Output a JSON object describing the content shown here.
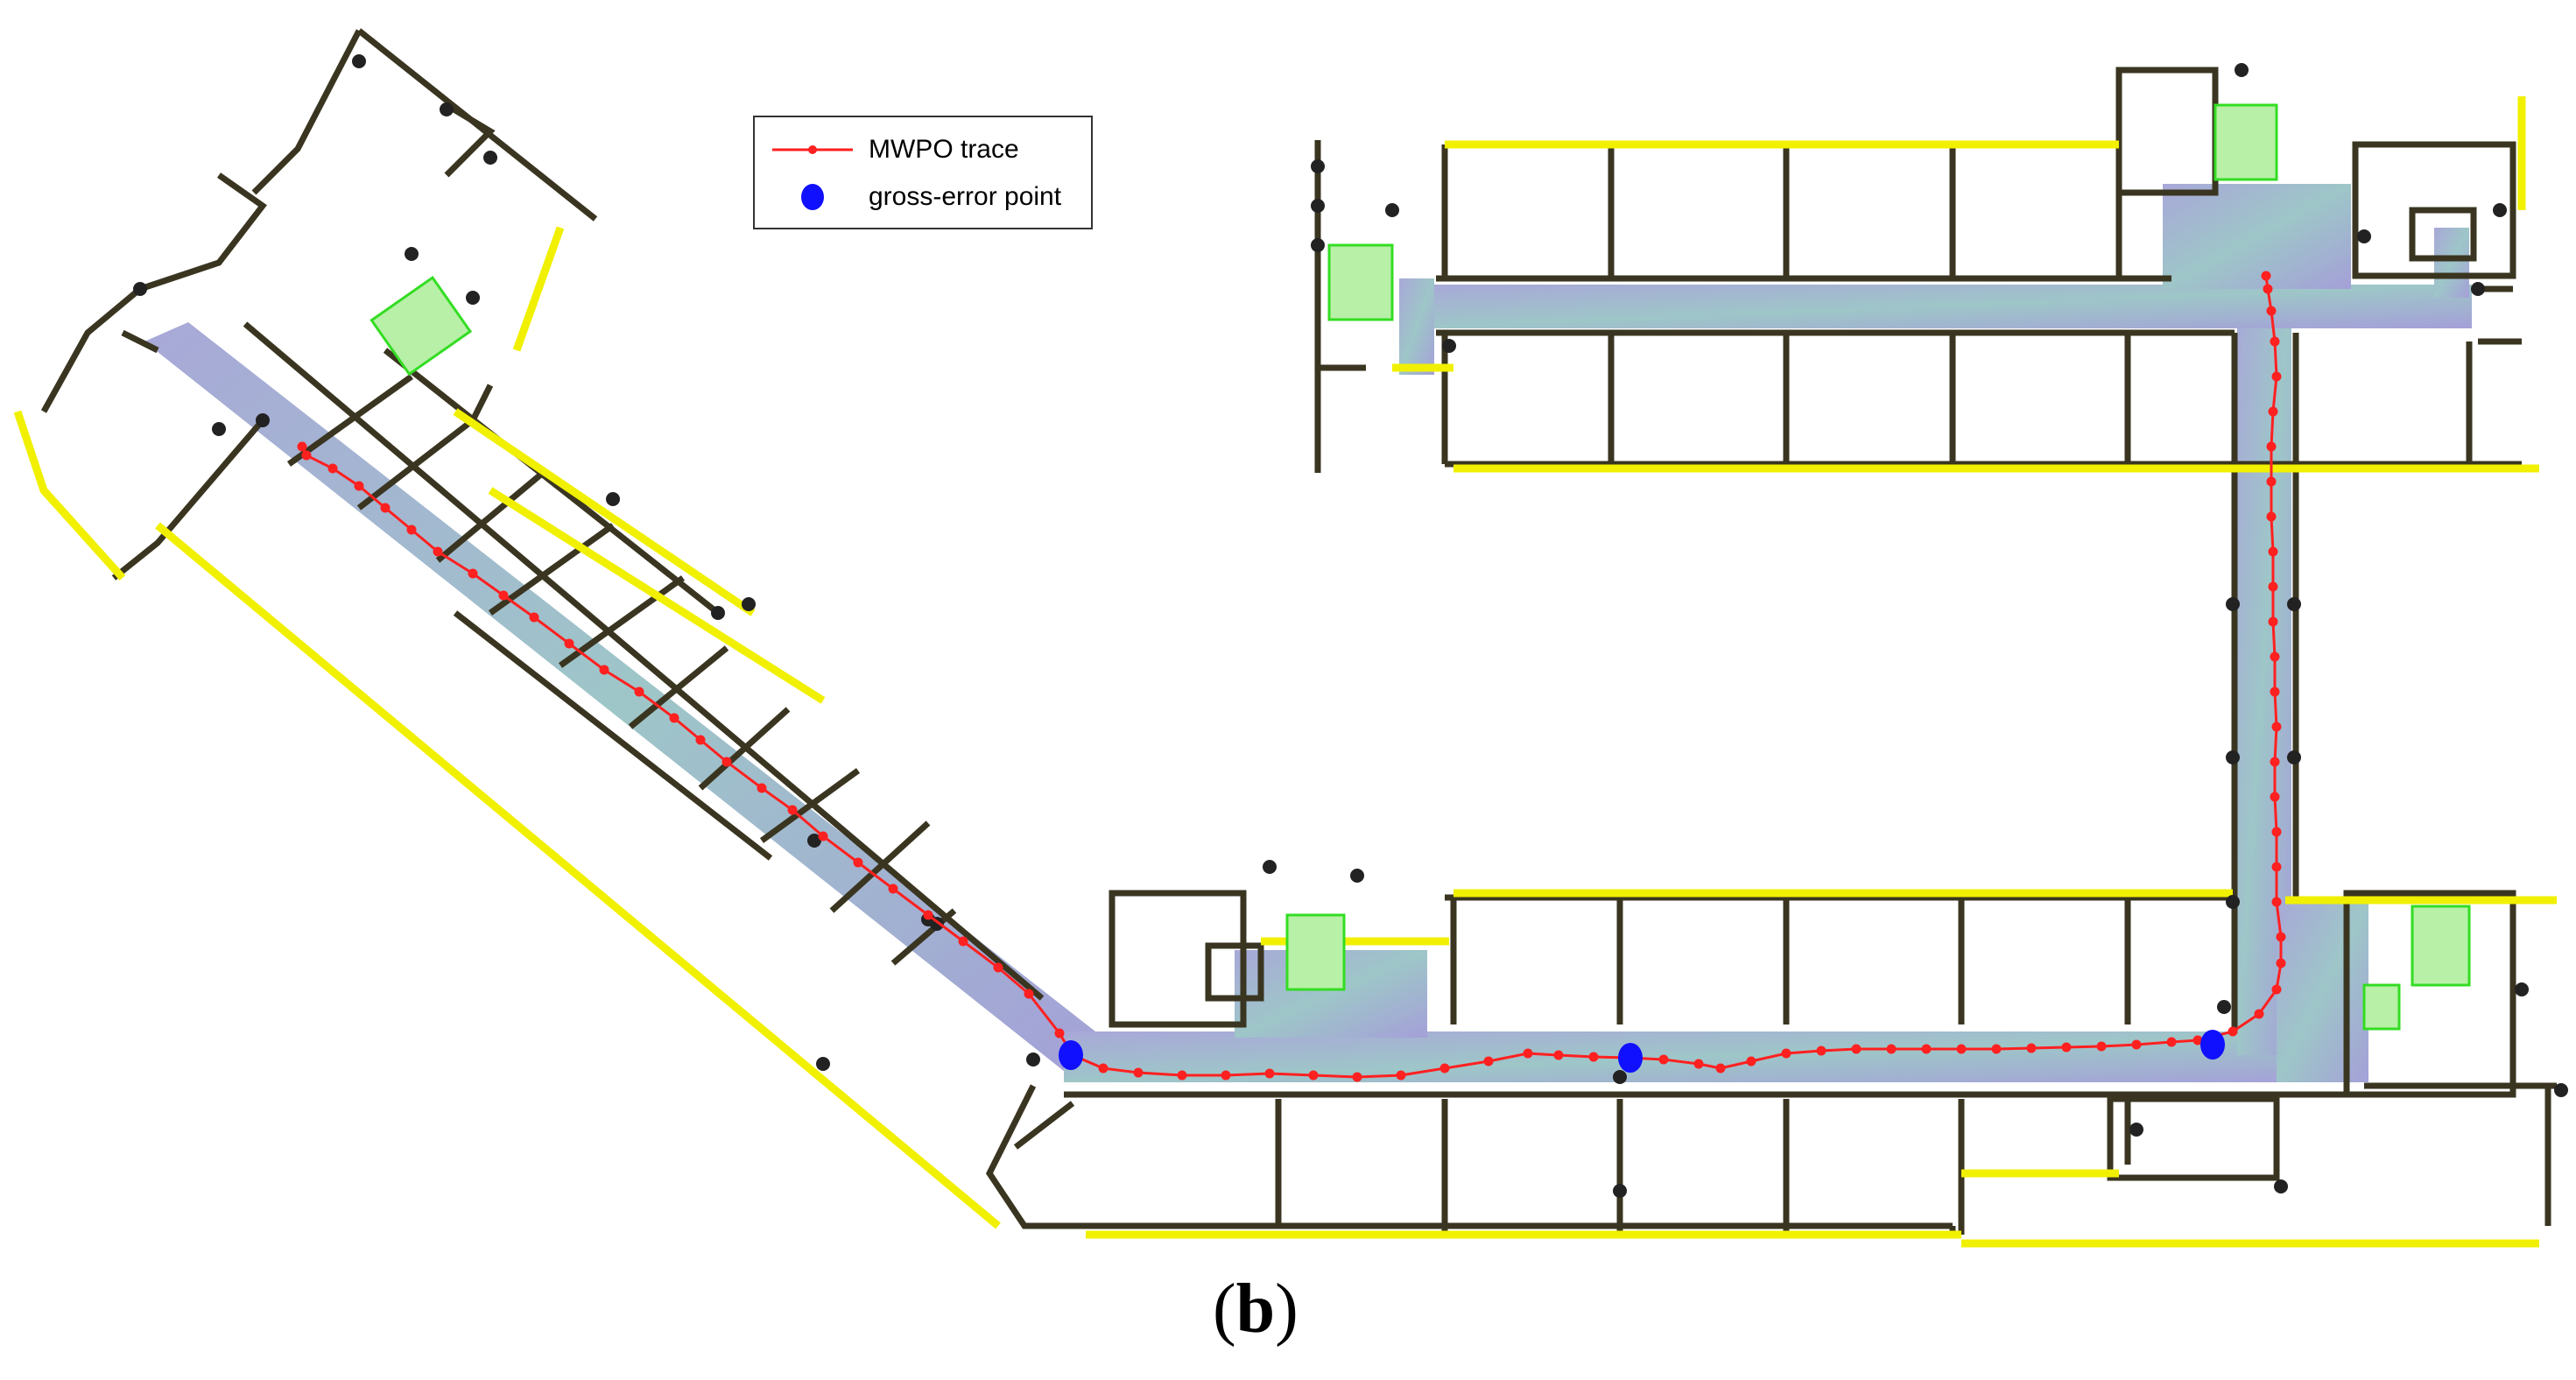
{
  "figure": {
    "panel_label_open": "(",
    "panel_label_letter": "b",
    "panel_label_close": ")"
  },
  "legend": {
    "items": [
      {
        "label": "MWPO trace",
        "color": "#ff2020",
        "symbol": "line-with-dots-icon"
      },
      {
        "label": "gross-error point",
        "color": "#1010ff",
        "symbol": "blue-dot-icon"
      }
    ]
  },
  "colors": {
    "trace": "#ff2020",
    "gross_error": "#1010ff",
    "wall": "#3a3520",
    "window": "#f0f000",
    "stair": "#33dd22",
    "corridor_fill": "#9fb4cc"
  }
}
